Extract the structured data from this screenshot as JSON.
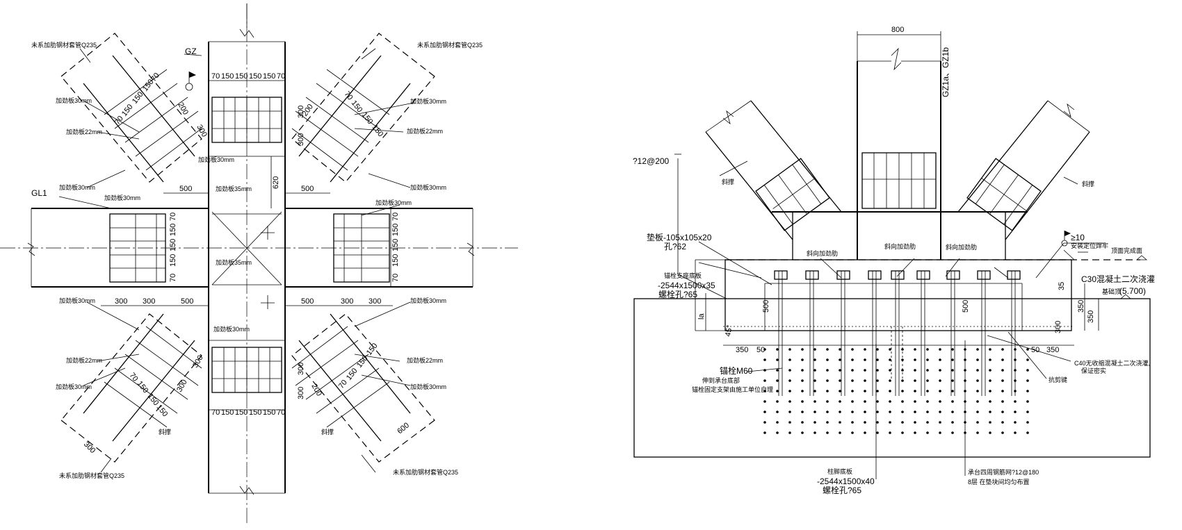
{
  "left_plan": {
    "column_label": "GZ",
    "beam_label": "GL1",
    "brace_pipe_label": "未系加肋钢材套管Q235",
    "stiffener_30": "加劲板30mm",
    "stiffener_22": "加劲板22mm",
    "stiffener_35": "加劲板35mm",
    "brace_label": "斜撑",
    "col_dims": [
      "70",
      "150",
      "150",
      "150",
      "150",
      "70"
    ],
    "col_dims_bottom": [
      "70",
      "150",
      "150",
      "150",
      "150",
      "70"
    ],
    "beam_dims": [
      "70",
      "150",
      "150",
      "150",
      "70"
    ],
    "dim_500": "500",
    "dim_300": "300",
    "dim_620": "620",
    "dim_200": "200",
    "brace_dims": [
      "70",
      "150",
      "150",
      "150",
      "70"
    ],
    "dim_600": "600"
  },
  "right_section": {
    "dim_800": "800",
    "column_label": "GZ1a、GZ1b",
    "rebar_label": "?12@200",
    "brace_label": "斜撑",
    "stiffener_label": "斜向加劲肋",
    "washer": "垫板-105x105x20",
    "washer_hole": "孔?62",
    "anchor_plate_label": "锚栓支座底板",
    "anchor_plate": "-2544x1500x35",
    "anchor_plate_hole": "螺栓孔?65",
    "weld_note": "≥10",
    "weld_note2": "安装定位焊牢",
    "concrete_c30": "C30混凝土二次浇灌",
    "elevation_top": "顶面完成面",
    "elevation_label": "基础顶",
    "elevation_value": "(5.700)",
    "dim_500a": "500",
    "dim_500b": "500",
    "dim_350_right": "350",
    "dim_350_far": "350",
    "dim_300": "300",
    "dim_35": "35",
    "la_label": "la",
    "angle_label": "45°",
    "dims_bottom": [
      "350",
      "50",
      "50",
      "350"
    ],
    "c40_label": "C40无收缩混凝土二次浇灌,",
    "c40_label2": "保证密实",
    "anchor_bolt": "锚栓M60",
    "anchor_note1": "伸到承台底部",
    "anchor_note2": "锚栓固定支架由施工单位自理",
    "base_plate_label": "柱脚底板",
    "base_plate": "-2544x1500x40",
    "base_plate_hole": "螺栓孔?65",
    "shear_key": "抗剪键",
    "stirrup_label": "承台四周钢筋网?12@180",
    "stirrup_note": "8层 在垫块间均匀布置"
  }
}
